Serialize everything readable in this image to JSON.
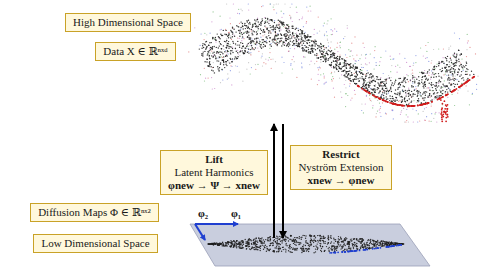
{
  "diagram": {
    "nodes": [
      {
        "text": [
          "High Dimensional Space"
        ]
      },
      {
        "text": [
          "Data X ∈ ℝⁿˣᵈ"
        ]
      },
      {
        "text": [
          "Lift",
          "Latent Harmonics",
          "φnew → Ψ → xnew"
        ]
      },
      {
        "text": [
          "Restrict",
          "Nyström Extension",
          "xnew → φnew"
        ]
      },
      {
        "text": [
          "Diffusion Maps Φ ∈ ℝⁿˣ²"
        ]
      },
      {
        "text": [
          "Low Dimensional Space"
        ]
      }
    ],
    "labels": [
      "φ₁",
      "φ₂"
    ]
  }
}
